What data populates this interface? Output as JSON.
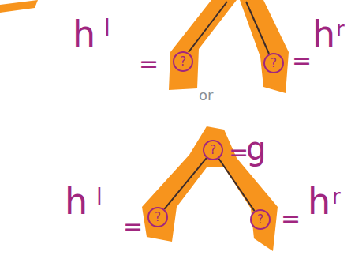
{
  "diagram": {
    "nodes": [
      {
        "text": [
          "?"
        ]
      },
      {
        "text": [
          "?"
        ]
      },
      {
        "text": [
          "?"
        ]
      },
      {
        "text": [
          "?"
        ]
      },
      {
        "text": [
          "?"
        ]
      }
    ],
    "edges": [
      {
        "from": 2,
        "to": 3,
        "arrow": "none"
      },
      {
        "from": 2,
        "to": 4,
        "arrow": "none"
      }
    ],
    "labels": [
      "h",
      "l",
      "=",
      "=",
      "h",
      "r",
      "or",
      "=",
      "g",
      "h",
      "l",
      "=",
      "=",
      "h",
      "r"
    ]
  }
}
